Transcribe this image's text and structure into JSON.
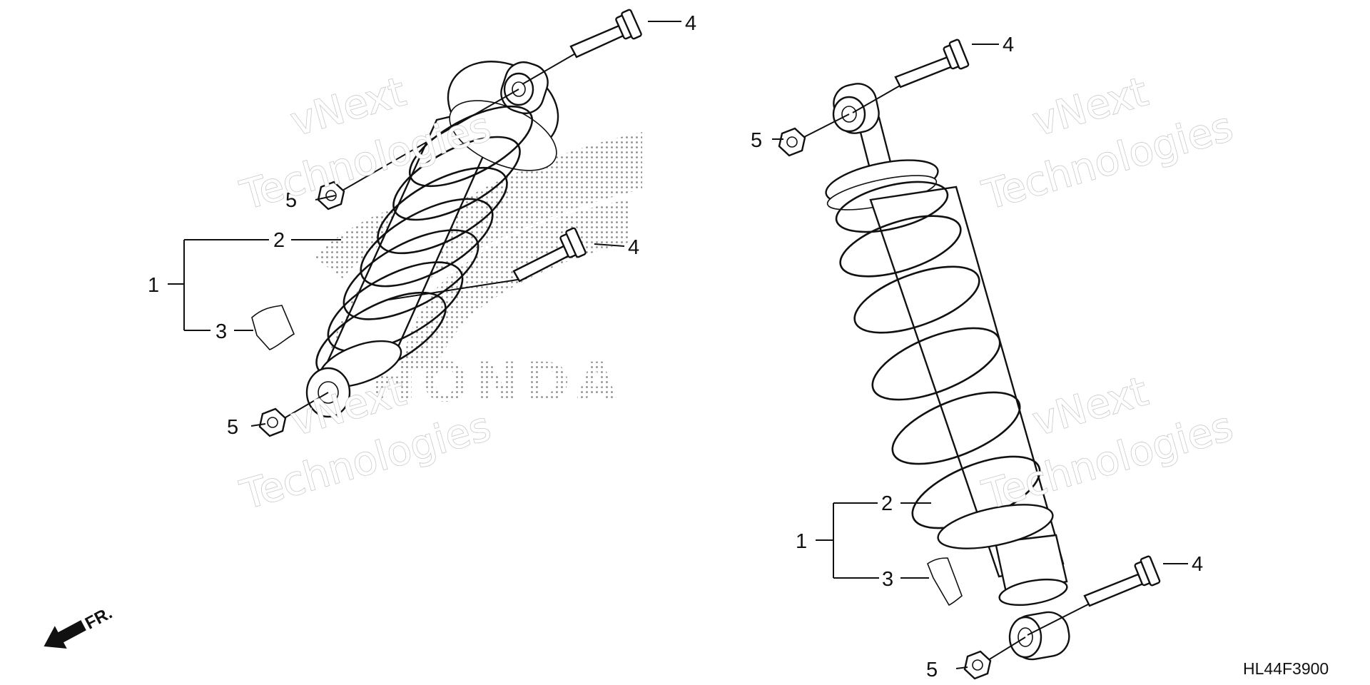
{
  "diagram": {
    "drawing_code": "HL44F3900",
    "direction_label": "FR.",
    "brand_logo_text": "HONDA",
    "watermark_line1": "vNext",
    "watermark_line2": "Technologies",
    "left_assembly": {
      "callouts": {
        "assembly": "1",
        "spring": "2",
        "label": "3",
        "bolt_top": "4",
        "bolt_bottom": "4",
        "nut_top": "5",
        "nut_bottom": "5"
      }
    },
    "right_assembly": {
      "callouts": {
        "assembly": "1",
        "spring": "2",
        "label": "3",
        "bolt_top": "4",
        "bolt_bottom": "4",
        "nut_top": "5",
        "nut_bottom": "5"
      }
    }
  }
}
